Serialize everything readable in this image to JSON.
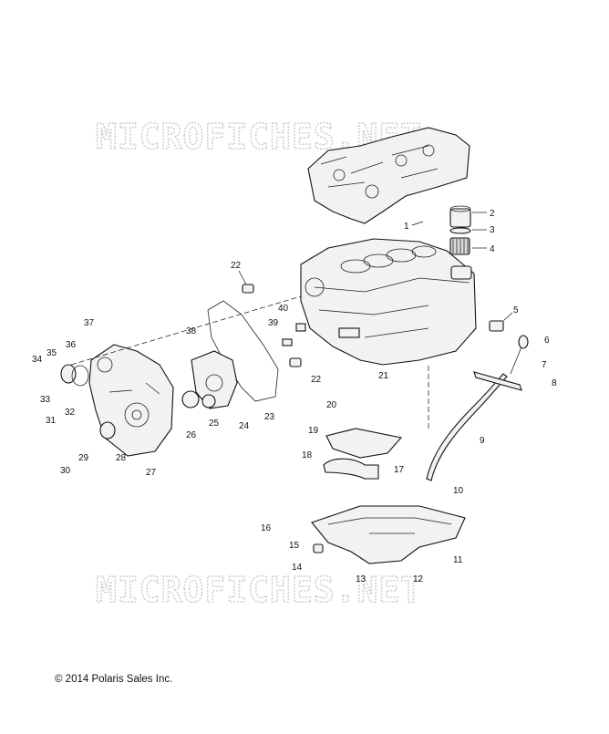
{
  "watermark": "MICROFICHES.NET",
  "copyright": "© 2014 Polaris Sales Inc.",
  "callouts": [
    "1",
    "2",
    "3",
    "4",
    "5",
    "6",
    "7",
    "8",
    "9",
    "10",
    "11",
    "12",
    "13",
    "14",
    "15",
    "16",
    "17",
    "18",
    "19",
    "20",
    "21",
    "22",
    "22",
    "23",
    "24",
    "25",
    "26",
    "27",
    "28",
    "29",
    "30",
    "31",
    "32",
    "33",
    "34",
    "35",
    "36",
    "37",
    "38",
    "39",
    "40"
  ]
}
